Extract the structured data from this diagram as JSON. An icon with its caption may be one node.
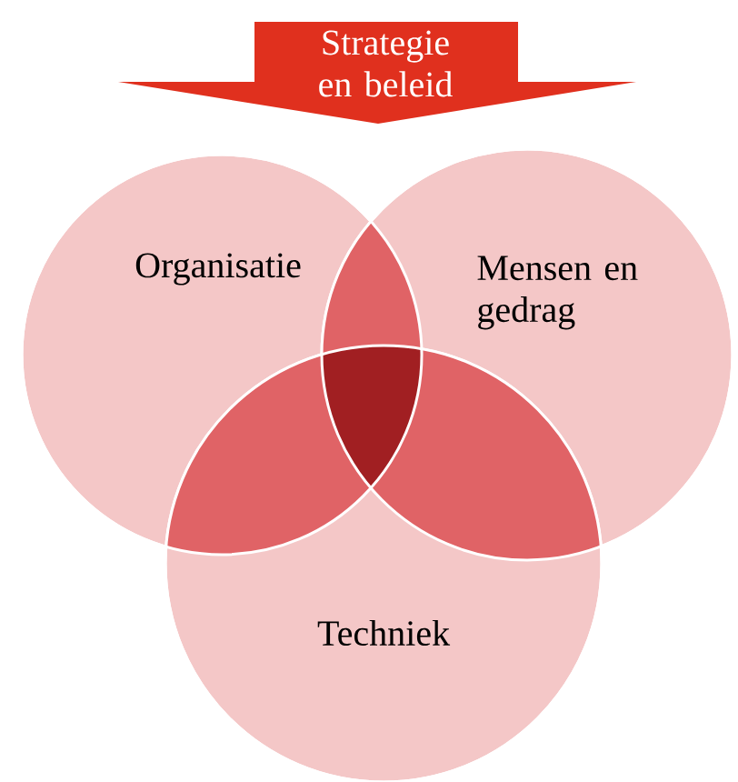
{
  "diagram": {
    "nodes": [
      {
        "text": [
          "Strategie en beleid"
        ]
      },
      {
        "text": [
          "Organisatie"
        ]
      },
      {
        "text": [
          "Mensen en gedrag"
        ]
      },
      {
        "text": [
          "Techniek"
        ]
      }
    ]
  }
}
